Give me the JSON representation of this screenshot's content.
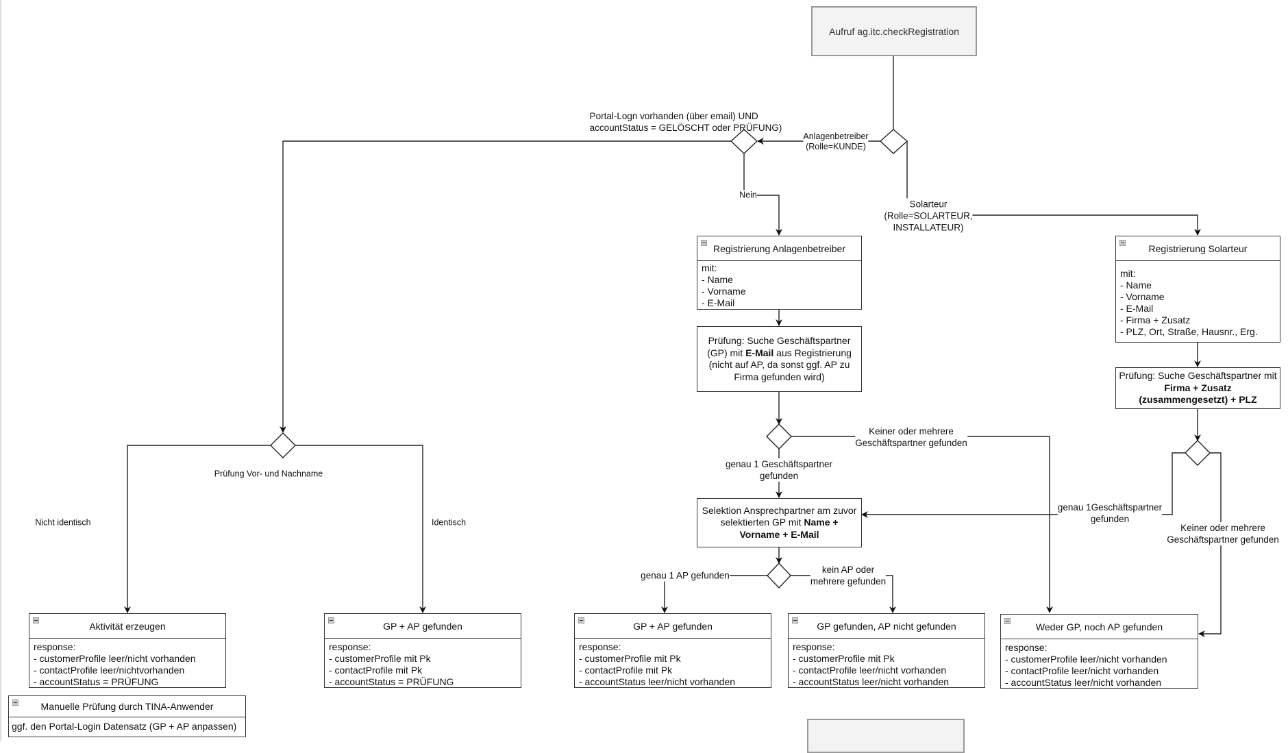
{
  "start": {
    "label": "Aufruf ag.itc.checkRegistration"
  },
  "edge_labels": {
    "anlagenbetreiber": [
      "Anlagenbetreiber",
      "(Rolle=KUNDE)"
    ],
    "solarteur": [
      "Solarteur",
      "(Rolle=SOLARTEUR,",
      "INSTALLATEUR)"
    ],
    "portal_login": [
      "Portal-Logn vorhanden (über email) UND",
      "accountStatus = GELÖSCHT oder PRÜFUNG)"
    ],
    "nein": "Nein",
    "pruefung_name": "Prüfung Vor- und Nachname",
    "nicht_identisch": "Nicht identisch",
    "identisch": "Identisch",
    "keiner_mehrere_1": [
      "Keiner oder mehrere",
      "Geschäftspartner gefunden"
    ],
    "genau1_gp_1": [
      "genau 1 Geschäftspartner",
      "gefunden"
    ],
    "genau1_ap": "genau 1 AP gefunden",
    "kein_ap": [
      "kein AP oder",
      "mehrere gefunden"
    ],
    "genau1_gp_2": [
      "genau 1Geschäftspartner",
      "gefunden"
    ],
    "keiner_mehrere_2": [
      "Keiner oder mehrere",
      "Geschäftspartner gefunden"
    ]
  },
  "reg_anlagenbetreiber": {
    "title": "Registrierung Anlagenbetreiber",
    "lines": [
      "mit:",
      "- Name",
      "- Vorname",
      "- E-Mail"
    ]
  },
  "reg_solarteur": {
    "title": "Registrierung Solarteur",
    "lines": [
      "mit:",
      "- Name",
      "- Vorname",
      "- E-Mail",
      "- Firma + Zusatz",
      "- PLZ, Ort, Straße, Hausnr., Erg."
    ]
  },
  "pruefung_email": {
    "l1": "Prüfung: Suche Geschäftspartner",
    "l2a": "(GP) mit ",
    "l2b": "E-Mail",
    "l2c": " aus Registrierung",
    "l3": "(nicht auf AP, da sonst ggf. AP zu",
    "l4": "Firma gefunden wird)"
  },
  "pruefung_firma": {
    "l1": "Prüfung: Suche Geschäftspartner mit",
    "l2": "Firma + Zusatz",
    "l3": "(zusammengesetzt) + PLZ"
  },
  "selektion": {
    "l1": "Selektion Ansprechpartner am zuvor",
    "l2a": "selektierten GP mit ",
    "l2b": "Name +",
    "l3": "Vorname + E-Mail"
  },
  "results": [
    {
      "title": "Aktivität erzeugen",
      "lines": [
        "response:",
        "- customerProfile leer/nicht vorhanden",
        "- contactProfile leer/nichtvorhanden",
        "- accountStatus = PRÜFUNG"
      ]
    },
    {
      "title": "GP + AP gefunden",
      "lines": [
        "response:",
        "- customerProfile mit Pk",
        "- contactProfile mit Pk",
        "- accountStatus = PRÜFUNG"
      ]
    },
    {
      "title": "GP + AP gefunden",
      "lines": [
        "response:",
        "- customerProfile mit Pk",
        "- contactProfile mit Pk",
        "- accountStatus leer/nicht vorhanden"
      ]
    },
    {
      "title": "GP gefunden, AP nicht gefunden",
      "lines": [
        "response:",
        "- customerProfile mit Pk",
        "- contactProfile leer/nicht vorhanden",
        "- accountStatus leer/nicht vorhanden"
      ]
    },
    {
      "title": "Weder GP, noch AP gefunden",
      "lines": [
        "response:",
        "- customerProfile leer/nicht vorhanden",
        "- contactProfile leer/nicht vorhanden",
        "- accountStatus leer/nicht vorhanden"
      ]
    }
  ],
  "manuell": {
    "title": "Manuelle Prüfung durch TINA-Anwender",
    "line": "ggf. den Portal-Login Datensatz (GP + AP anpassen)"
  }
}
